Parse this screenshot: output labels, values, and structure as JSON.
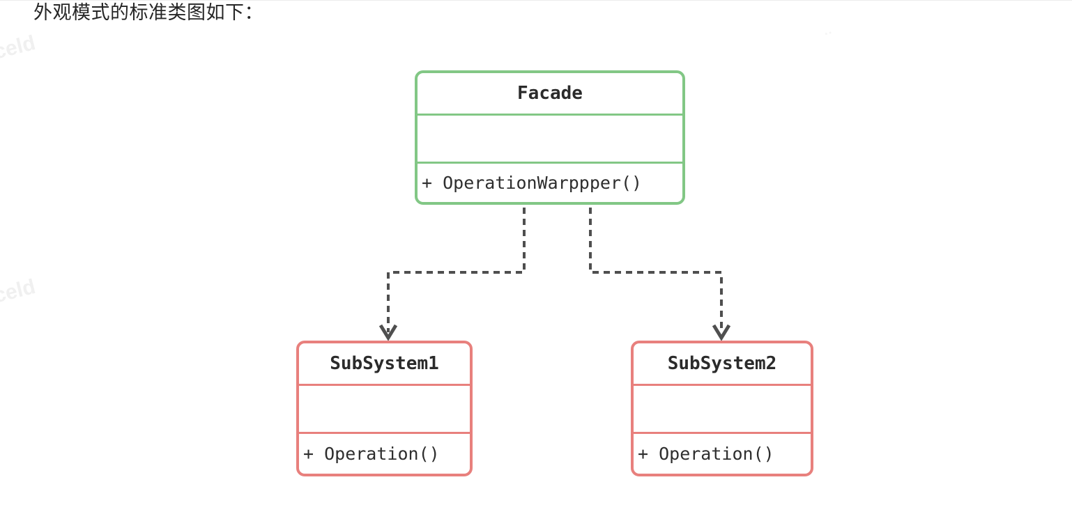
{
  "page": {
    "title": "外观模式的标准类图如下："
  },
  "watermark": {
    "text": "celd",
    "fragment": "··"
  },
  "diagram": {
    "type": "uml-class-diagram",
    "pattern": "Facade",
    "classes": [
      {
        "name": "Facade",
        "attributes": "",
        "methods": "+ OperationWarppper()",
        "border_color": "#82c785"
      },
      {
        "name": "SubSystem1",
        "attributes": "",
        "methods": "+ Operation()",
        "border_color": "#e8807d"
      },
      {
        "name": "SubSystem2",
        "attributes": "",
        "methods": "+ Operation()",
        "border_color": "#e8807d"
      }
    ],
    "edges": [
      {
        "from": "Facade",
        "to": "SubSystem1",
        "style": "dashed",
        "arrowhead": "open-v"
      },
      {
        "from": "Facade",
        "to": "SubSystem2",
        "style": "dashed",
        "arrowhead": "open-v"
      }
    ],
    "colors": {
      "facade_border": "#82c785",
      "subsystem_border": "#e8807d",
      "edge": "#4f4f4f",
      "text": "#2b2b2b",
      "title_text": "#262626",
      "watermark": "#f0f0f0"
    }
  }
}
